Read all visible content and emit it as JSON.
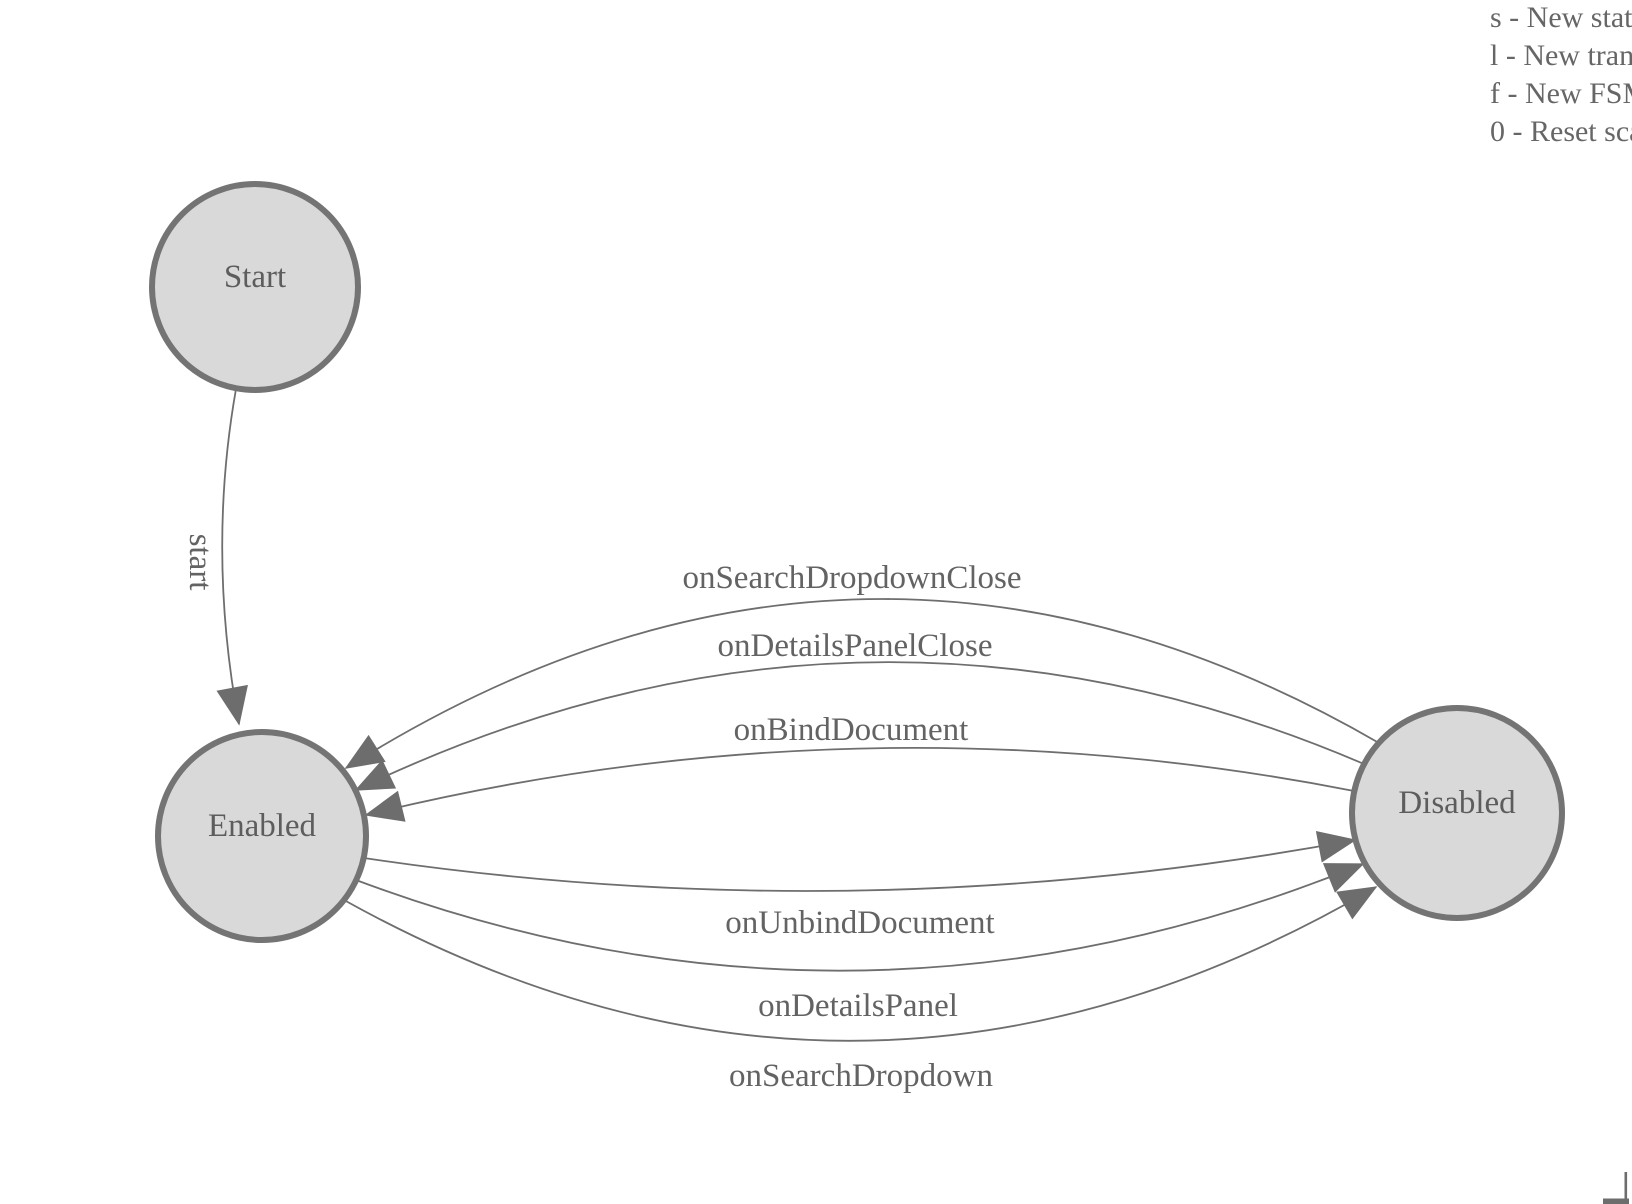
{
  "legend": {
    "lines": [
      "s - New stat",
      "l - New tran",
      "f - New FSM",
      "0 - Reset sca"
    ]
  },
  "states": [
    {
      "label": "Start"
    },
    {
      "label": "Enabled"
    },
    {
      "label": "Disabled"
    }
  ],
  "transitions": [
    {
      "label": "start",
      "from": "Start",
      "to": "Enabled"
    },
    {
      "label": "onSearchDropdownClose",
      "from": "Disabled",
      "to": "Enabled"
    },
    {
      "label": "onDetailsPanelClose",
      "from": "Disabled",
      "to": "Enabled"
    },
    {
      "label": "onBindDocument",
      "from": "Disabled",
      "to": "Enabled"
    },
    {
      "label": "onUnbindDocument",
      "from": "Enabled",
      "to": "Disabled"
    },
    {
      "label": "onDetailsPanel",
      "from": "Enabled",
      "to": "Disabled"
    },
    {
      "label": "onSearchDropdown",
      "from": "Enabled",
      "to": "Disabled"
    }
  ],
  "colors": {
    "state_fill": "#d9d9d9",
    "state_stroke": "#747474",
    "edge_stroke": "#6e6e6e",
    "arrowhead": "#6d6d6d",
    "label_text": "#636363",
    "background": "#ffffff"
  }
}
